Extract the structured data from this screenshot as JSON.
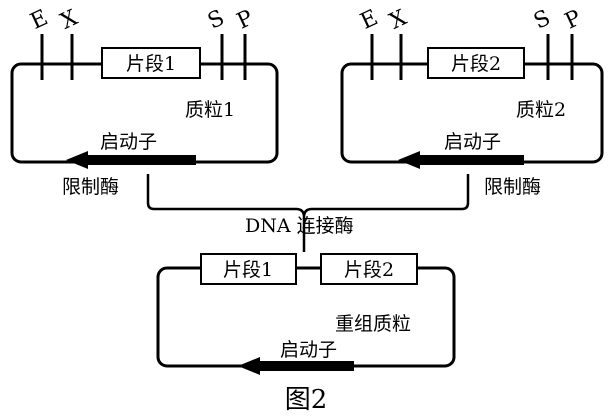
{
  "plasmid1": {
    "sites": [
      "E",
      "X",
      "S",
      "P"
    ],
    "fragment": "片段1",
    "name": "质粒1",
    "promoter": "启动子",
    "enzyme": "限制酶"
  },
  "plasmid2": {
    "sites": [
      "E",
      "X",
      "S",
      "P"
    ],
    "fragment": "片段2",
    "name": "质粒2",
    "promoter": "启动子",
    "enzyme": "限制酶"
  },
  "ligase": "DNA 连接酶",
  "recombinant": {
    "fragment_a": "片段1",
    "fragment_b": "片段2",
    "name": "重组质粒",
    "promoter": "启动子"
  },
  "figure_label": "图2"
}
